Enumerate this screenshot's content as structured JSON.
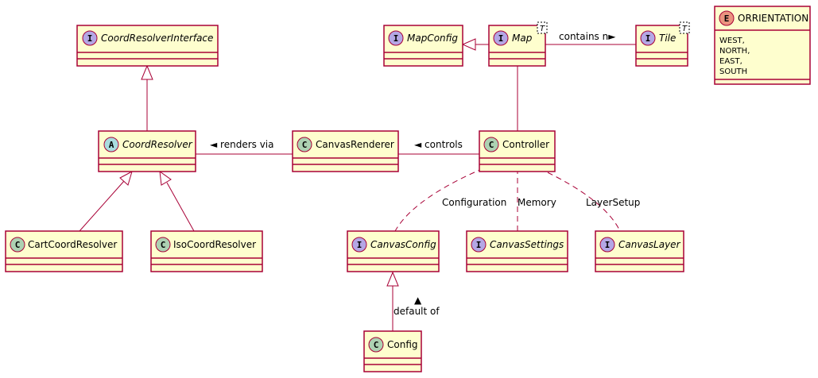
{
  "diagram": {
    "classes": {
      "coord_resolver_interface": {
        "name": "CoordResolverInterface",
        "kind": "I"
      },
      "coord_resolver": {
        "name": "CoordResolver",
        "kind": "A"
      },
      "cart_coord_resolver": {
        "name": "CartCoordResolver",
        "kind": "C"
      },
      "iso_coord_resolver": {
        "name": "IsoCoordResolver",
        "kind": "C"
      },
      "canvas_renderer": {
        "name": "CanvasRenderer",
        "kind": "C"
      },
      "controller": {
        "name": "Controller",
        "kind": "C"
      },
      "map_config": {
        "name": "MapConfig",
        "kind": "I"
      },
      "map": {
        "name": "Map",
        "kind": "I",
        "generic": "T"
      },
      "tile": {
        "name": "Tile",
        "kind": "I",
        "generic": "T"
      },
      "canvas_config": {
        "name": "CanvasConfig",
        "kind": "I"
      },
      "canvas_settings": {
        "name": "CanvasSettings",
        "kind": "I"
      },
      "canvas_layer": {
        "name": "CanvasLayer",
        "kind": "I"
      },
      "config": {
        "name": "Config",
        "kind": "C"
      },
      "orientation": {
        "name": "ORRIENTATION",
        "kind": "E",
        "values": [
          "WEST,",
          "NORTH,",
          "EAST,",
          "SOUTH"
        ]
      }
    },
    "edges": {
      "renders_via": "◄ renders via",
      "controls": "◄ controls",
      "contains": "contains n►",
      "configuration": "Configuration",
      "memory": "Memory",
      "layer_setup": "LayerSetup",
      "default_of_arrow": "▲",
      "default_of": "default of"
    },
    "colors": {
      "box_fill": "#FEFECE",
      "border": "#A80036",
      "interface_circle": "#B4A7E5",
      "abstract_circle": "#A9DCDF",
      "class_circle": "#ADD1B2",
      "enum_circle": "#EB937F"
    }
  }
}
